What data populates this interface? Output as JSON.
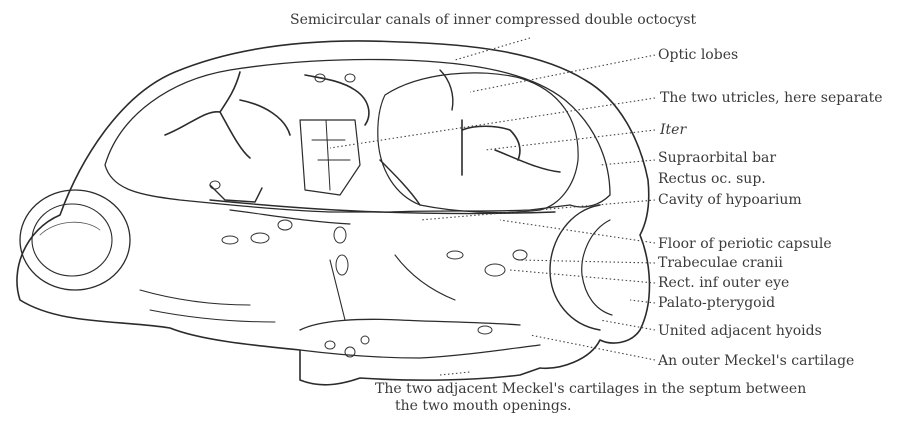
{
  "figure": {
    "labels": {
      "semicircular_canals": "Semicircular canals of inner compressed double octocyst",
      "optic_lobes": "Optic lobes",
      "two_utricles": "The two utricles, here separate",
      "iter": "Iter",
      "supraorbital_bar": "Supraorbital bar",
      "rectus_oc_sup": "Rectus oc. sup.",
      "cavity_hypoarium": "Cavity of hypoarium",
      "floor_periotic": "Floor of periotic capsule",
      "trabeculae_cranii": "Trabeculae cranii",
      "rect_inf_outer_eye": "Rect. inf  outer eye",
      "palato_pterygoid": "Palato-pterygoid",
      "united_hyoids": "United adjacent hyoids",
      "outer_meckel": "An outer Meckel's cartilage"
    },
    "caption": {
      "line1": "The two adjacent Meckel's cartilages in the septum between",
      "line2": "the two mouth openings."
    }
  }
}
